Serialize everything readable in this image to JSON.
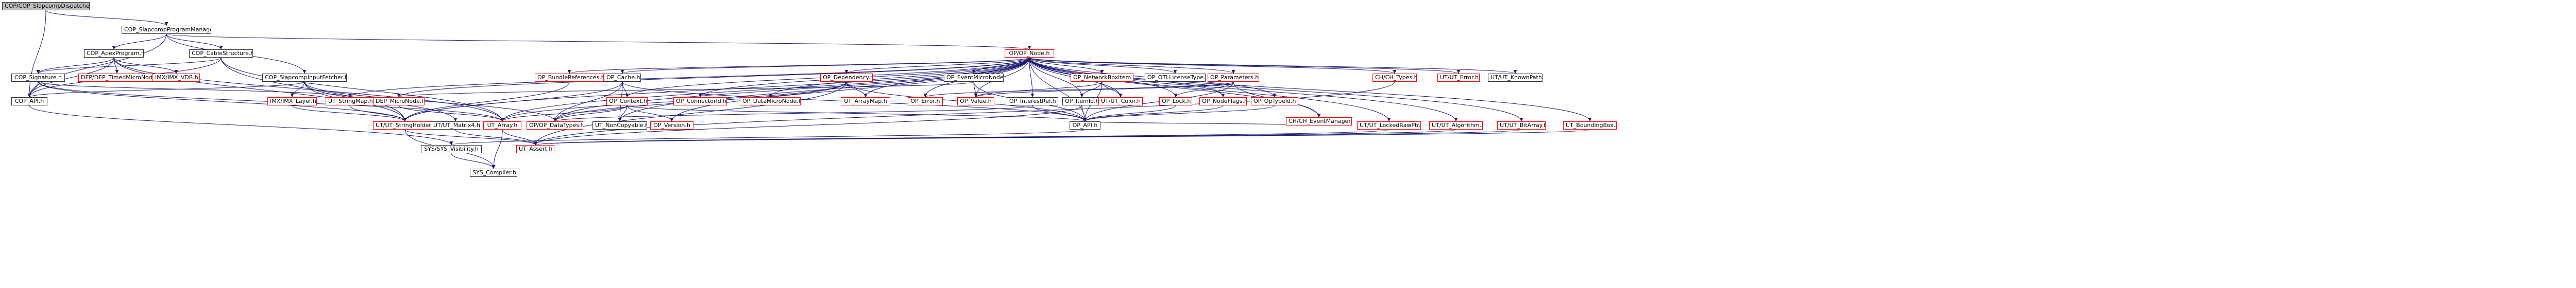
{
  "colors": {
    "edge_main": "#191970",
    "edge_alt": "#ff0000",
    "node_border": "#333333",
    "node_truncated_border": "#ff0000",
    "root_fill": "#bfbfbf"
  },
  "nodes": [
    {
      "id": "n_root",
      "label": "COP/COP_SlapcompDispatcher.h",
      "style": "root"
    },
    {
      "id": "n_spm",
      "label": "COP_SlapcompProgramManager.h",
      "style": "normal"
    },
    {
      "id": "n_node",
      "label": "OP/OP_Node.h",
      "style": "red"
    },
    {
      "id": "n_apex",
      "label": "COP_ApexProgram.h",
      "style": "normal"
    },
    {
      "id": "n_cable",
      "label": "COP_CableStructure.h",
      "style": "normal"
    },
    {
      "id": "n_sif",
      "label": "COP_SlapcompInputFetcher.h",
      "style": "normal"
    },
    {
      "id": "n_sig",
      "label": "COP_Signature.h",
      "style": "normal"
    },
    {
      "id": "n_dep_timed",
      "label": "DEP/DEP_TimedMicroNode.h",
      "style": "red"
    },
    {
      "id": "n_imx_vdb",
      "label": "IMX/IMX_VDB.h",
      "style": "red"
    },
    {
      "id": "n_cop_api",
      "label": "COP_API.h",
      "style": "normal"
    },
    {
      "id": "n_imx_layer",
      "label": "IMX/IMX_Layer.h",
      "style": "red"
    },
    {
      "id": "n_ut_stringmap",
      "label": "UT_StringMap.h",
      "style": "red"
    },
    {
      "id": "n_dep_micro",
      "label": "DEP_MicroNode.h",
      "style": "red"
    },
    {
      "id": "n_ut_stringholder",
      "label": "UT/UT_StringHolder.h",
      "style": "red"
    },
    {
      "id": "n_ut_matrix4",
      "label": "UT/UT_Matrix4.h",
      "style": "normal"
    },
    {
      "id": "n_ut_array",
      "label": "UT_Array.h",
      "style": "red"
    },
    {
      "id": "n_sys_vis",
      "label": "SYS/SYS_Visibility.h",
      "style": "normal"
    },
    {
      "id": "n_sys_compiler",
      "label": "SYS_Compiler.h",
      "style": "normal"
    },
    {
      "id": "n_op_bundle",
      "label": "OP_BundleReferences.h",
      "style": "red"
    },
    {
      "id": "n_op_cache",
      "label": "OP_Cache.h",
      "style": "normal"
    },
    {
      "id": "n_op_context",
      "label": "OP_Context.h",
      "style": "red"
    },
    {
      "id": "n_op_datatypes",
      "label": "OP/OP_DataTypes.h",
      "style": "red"
    },
    {
      "id": "n_ut_noncopy",
      "label": "UT_NonCopyable.h",
      "style": "normal"
    },
    {
      "id": "n_op_version",
      "label": "OP_Version.h",
      "style": "red"
    },
    {
      "id": "n_op_connector",
      "label": "OP_ConnectorId.h",
      "style": "red"
    },
    {
      "id": "n_op_datamicro",
      "label": "OP_DataMicroNode.h",
      "style": "red"
    },
    {
      "id": "n_op_dependency",
      "label": "OP_Dependency.h",
      "style": "red"
    },
    {
      "id": "n_ut_arraymap",
      "label": "UT_ArrayMap.h",
      "style": "red"
    },
    {
      "id": "n_op_error",
      "label": "OP_Error.h",
      "style": "red"
    },
    {
      "id": "n_op_eventmicro",
      "label": "OP_EventMicroNode.h",
      "style": "normal"
    },
    {
      "id": "n_op_value",
      "label": "OP_Value.h",
      "style": "red"
    },
    {
      "id": "n_op_interestref",
      "label": "OP_InterestRef.h",
      "style": "normal"
    },
    {
      "id": "n_op_itemid",
      "label": "OP_ItemId.h",
      "style": "normal"
    },
    {
      "id": "n_op_api",
      "label": "OP_API.h",
      "style": "normal"
    },
    {
      "id": "n_op_netbox",
      "label": "OP_NetworkBoxItem.h",
      "style": "red"
    },
    {
      "id": "n_ut_color",
      "label": "UT/UT_Color.h",
      "style": "red"
    },
    {
      "id": "n_op_lock",
      "label": "OP_Lock.h",
      "style": "red"
    },
    {
      "id": "n_op_otl",
      "label": "OP_OTLLicenseType.h",
      "style": "normal"
    },
    {
      "id": "n_op_params",
      "label": "OP_Parameters.h",
      "style": "red"
    },
    {
      "id": "n_op_nodeflags",
      "label": "OP_NodeFlags.h",
      "style": "red"
    },
    {
      "id": "n_op_optypeid",
      "label": "OP_OpTypeId.h",
      "style": "red"
    },
    {
      "id": "n_ch_eventmgr",
      "label": "CH/CH_EventManager.h",
      "style": "red"
    },
    {
      "id": "n_ch_types",
      "label": "CH/CH_Types.h",
      "style": "red"
    },
    {
      "id": "n_ut_lockedraw",
      "label": "UT/UT_LockedRawPtr.h",
      "style": "red"
    },
    {
      "id": "n_ut_algorithm",
      "label": "UT/UT_Algorithm.h",
      "style": "red"
    },
    {
      "id": "n_ut_bitarray",
      "label": "UT/UT_BitArray.h",
      "style": "red"
    },
    {
      "id": "n_ut_bbox",
      "label": "UT_BoundingBox.h",
      "style": "red"
    },
    {
      "id": "n_ut_assert",
      "label": "UT_Assert.h",
      "style": "red"
    },
    {
      "id": "n_ut_error",
      "label": "UT/UT_Error.h",
      "style": "red"
    },
    {
      "id": "n_ut_knownpath",
      "label": "UT/UT_KnownPath.h",
      "style": "normal"
    }
  ],
  "edges": [
    [
      "n_root",
      "n_spm"
    ],
    [
      "n_root",
      "n_cop_api"
    ],
    [
      "n_spm",
      "n_apex"
    ],
    [
      "n_spm",
      "n_cable"
    ],
    [
      "n_spm",
      "n_sif"
    ],
    [
      "n_spm",
      "n_node"
    ],
    [
      "n_spm",
      "n_cop_api"
    ],
    [
      "n_apex",
      "n_sig"
    ],
    [
      "n_apex",
      "n_dep_timed"
    ],
    [
      "n_apex",
      "n_imx_vdb"
    ],
    [
      "n_apex",
      "n_cop_api"
    ],
    [
      "n_apex",
      "n_ut_stringholder"
    ],
    [
      "n_apex",
      "n_ut_array"
    ],
    [
      "n_cable",
      "n_sig"
    ],
    [
      "n_cable",
      "n_cop_api"
    ],
    [
      "n_cable",
      "n_ut_stringholder"
    ],
    [
      "n_cable",
      "n_ut_array"
    ],
    [
      "n_sif",
      "n_cop_api"
    ],
    [
      "n_sif",
      "n_imx_layer"
    ],
    [
      "n_sif",
      "n_ut_stringholder"
    ],
    [
      "n_sif",
      "n_ut_matrix4"
    ],
    [
      "n_sif",
      "n_op_datatypes"
    ],
    [
      "n_sig",
      "n_cop_api"
    ],
    [
      "n_sig",
      "n_ut_stringmap"
    ],
    [
      "n_sig",
      "n_ut_stringholder"
    ],
    [
      "n_sig",
      "n_ut_array"
    ],
    [
      "n_cop_api",
      "n_sys_vis"
    ],
    [
      "n_ut_stringmap",
      "n_ut_stringholder"
    ],
    [
      "n_dep_micro",
      "n_ut_array"
    ],
    [
      "n_ut_stringholder",
      "n_sys_compiler"
    ],
    [
      "n_ut_stringholder",
      "n_ut_assert"
    ],
    [
      "n_ut_array",
      "n_sys_compiler"
    ],
    [
      "n_ut_array",
      "n_ut_assert"
    ],
    [
      "n_sys_vis",
      "n_sys_compiler"
    ],
    [
      "n_node",
      "n_op_bundle"
    ],
    [
      "n_node",
      "n_op_cache"
    ],
    [
      "n_node",
      "n_op_context"
    ],
    [
      "n_node",
      "n_op_connector"
    ],
    [
      "n_node",
      "n_op_datamicro"
    ],
    [
      "n_node",
      "n_op_dependency"
    ],
    [
      "n_node",
      "n_ut_arraymap"
    ],
    [
      "n_node",
      "n_op_error"
    ],
    [
      "n_node",
      "n_op_eventmicro"
    ],
    [
      "n_node",
      "n_op_value"
    ],
    [
      "n_node",
      "n_op_interestref"
    ],
    [
      "n_node",
      "n_op_itemid"
    ],
    [
      "n_node",
      "n_op_netbox"
    ],
    [
      "n_node",
      "n_ut_color"
    ],
    [
      "n_node",
      "n_op_lock"
    ],
    [
      "n_node",
      "n_op_otl"
    ],
    [
      "n_node",
      "n_op_params"
    ],
    [
      "n_node",
      "n_op_nodeflags"
    ],
    [
      "n_node",
      "n_op_optypeid"
    ],
    [
      "n_node",
      "n_ch_eventmgr"
    ],
    [
      "n_node",
      "n_ch_types"
    ],
    [
      "n_node",
      "n_ut_lockedraw"
    ],
    [
      "n_node",
      "n_ut_algorithm"
    ],
    [
      "n_node",
      "n_ut_bitarray"
    ],
    [
      "n_node",
      "n_ut_bbox"
    ],
    [
      "n_node",
      "n_ut_error"
    ],
    [
      "n_node",
      "n_ut_knownpath"
    ],
    [
      "n_node",
      "n_op_api"
    ],
    [
      "n_node",
      "n_ut_stringholder"
    ],
    [
      "n_node",
      "n_ut_array"
    ],
    [
      "n_node",
      "n_dep_micro"
    ],
    [
      "n_node",
      "n_ut_stringmap"
    ],
    [
      "n_node",
      "n_op_datatypes"
    ],
    [
      "n_node",
      "n_ut_noncopy"
    ],
    [
      "n_node",
      "n_op_version"
    ],
    [
      "n_op_cache",
      "n_op_context"
    ],
    [
      "n_op_cache",
      "n_op_api"
    ],
    [
      "n_op_cache",
      "n_ut_stringholder"
    ],
    [
      "n_op_cache",
      "n_ut_noncopy"
    ],
    [
      "n_op_cache",
      "n_op_datatypes"
    ],
    [
      "n_op_context",
      "n_op_api"
    ],
    [
      "n_op_context",
      "n_op_datatypes"
    ],
    [
      "n_op_context",
      "n_ut_array"
    ],
    [
      "n_op_context",
      "n_ut_noncopy"
    ],
    [
      "n_op_context",
      "n_op_version"
    ],
    [
      "n_op_bundle",
      "n_ut_stringholder"
    ],
    [
      "n_op_dependency",
      "n_op_api"
    ],
    [
      "n_op_dependency",
      "n_ut_arraymap"
    ],
    [
      "n_op_dependency",
      "n_op_datatypes"
    ],
    [
      "n_op_dependency",
      "n_ut_array"
    ],
    [
      "n_op_dependency",
      "n_ut_assert"
    ],
    [
      "n_op_eventmicro",
      "n_op_api"
    ],
    [
      "n_op_eventmicro",
      "n_op_value"
    ],
    [
      "n_op_eventmicro",
      "n_dep_micro"
    ],
    [
      "n_op_interestref",
      "n_op_api"
    ],
    [
      "n_op_interestref",
      "n_op_datatypes"
    ],
    [
      "n_op_itemid",
      "n_op_api"
    ],
    [
      "n_op_itemid",
      "n_ut_assert"
    ],
    [
      "n_op_netbox",
      "n_op_api"
    ],
    [
      "n_op_netbox",
      "n_op_itemid"
    ],
    [
      "n_op_netbox",
      "n_ut_color"
    ],
    [
      "n_op_netbox",
      "n_op_value"
    ],
    [
      "n_op_params",
      "n_op_api"
    ],
    [
      "n_op_params",
      "n_op_error"
    ],
    [
      "n_op_params",
      "n_op_lock"
    ],
    [
      "n_op_params",
      "n_op_value"
    ],
    [
      "n_op_params",
      "n_ch_eventmgr"
    ],
    [
      "n_op_nodeflags",
      "n_op_api"
    ],
    [
      "n_op_optypeid",
      "n_op_api"
    ],
    [
      "n_op_lock",
      "n_op_api"
    ],
    [
      "n_ch_eventmgr",
      "n_op_api"
    ],
    [
      "n_ch_types",
      "n_ut_assert"
    ],
    [
      "n_ut_lockedraw",
      "n_ut_assert"
    ],
    [
      "n_ut_algorithm",
      "n_ut_assert"
    ],
    [
      "n_ut_bitarray",
      "n_ut_assert"
    ],
    [
      "n_ut_bbox",
      "n_ut_assert"
    ],
    [
      "n_ut_matrix4",
      "n_ut_assert"
    ],
    [
      "n_imx_layer",
      "n_ut_stringholder"
    ],
    [
      "n_op_api",
      "n_sys_vis"
    ]
  ]
}
